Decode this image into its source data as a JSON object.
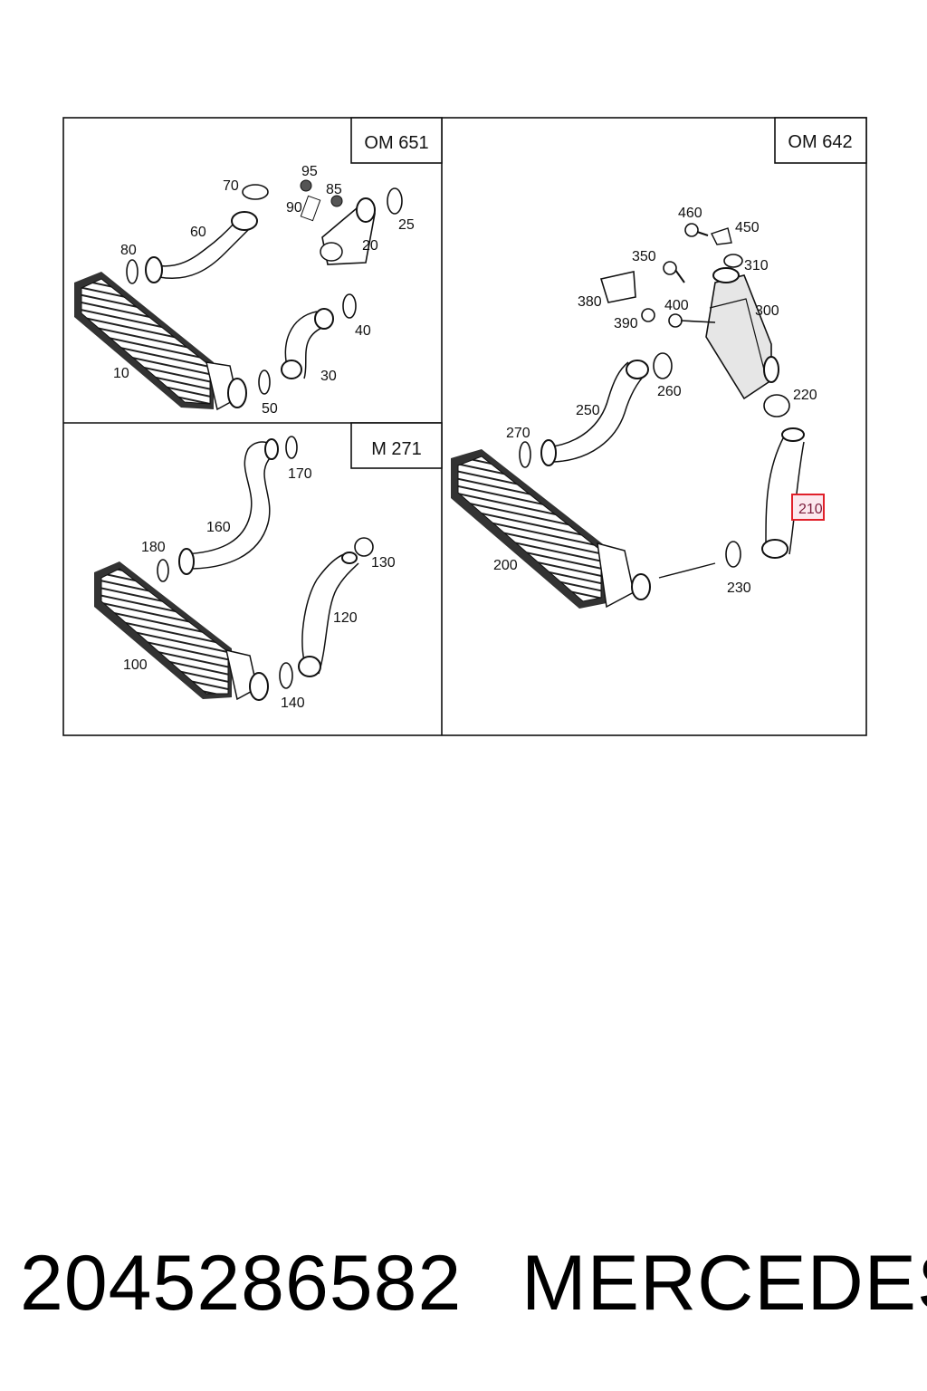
{
  "panels": {
    "om651": {
      "engine": "OM 651",
      "labels": [
        "95",
        "70",
        "85",
        "90",
        "25",
        "60",
        "20",
        "80",
        "40",
        "10",
        "30",
        "50"
      ]
    },
    "m271": {
      "engine": "M 271",
      "labels": [
        "170",
        "160",
        "180",
        "130",
        "120",
        "100",
        "140"
      ]
    },
    "om642": {
      "engine": "OM 642",
      "labels": [
        "460",
        "450",
        "350",
        "310",
        "380",
        "400",
        "300",
        "390",
        "260",
        "220",
        "250",
        "270",
        "210",
        "200",
        "230"
      ],
      "highlighted": "210"
    }
  },
  "colors": {
    "line": "#111111",
    "highlight": "#e0202a",
    "highlight_fill": "#fce8ee"
  },
  "footer": {
    "part_number": "2045286582",
    "brand": "MERCEDES"
  }
}
